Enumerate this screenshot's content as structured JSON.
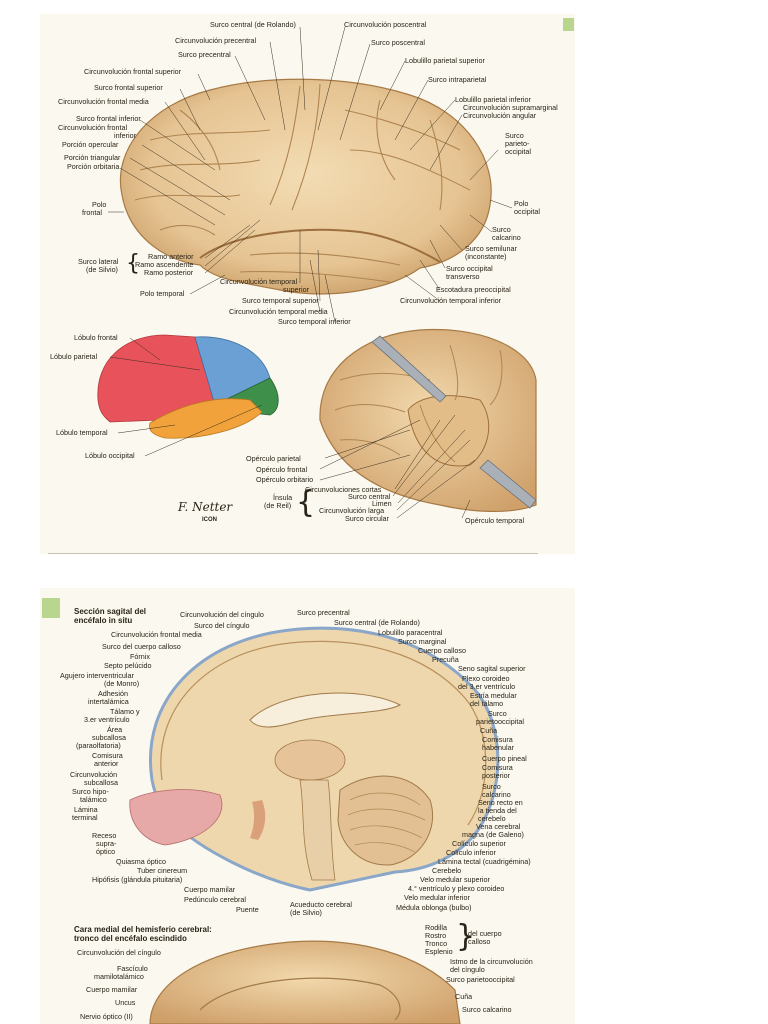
{
  "lateral": {
    "labels": [
      "Surco central (de Rolando)",
      "Circunvolución poscentral",
      "Circunvolución precentral",
      "Surco poscentral",
      "Surco precentral",
      "Lobulillo parietal superior",
      "Circunvolución frontal superior",
      "Surco intraparietal",
      "Surco frontal superior",
      "Lobulillo parietal inferior",
      "Circunvolución supramarginal",
      "Circunvolución angular",
      "Circunvolución frontal media",
      "Surco frontal inferior",
      "Circunvolución frontal",
      "inferior",
      "Porción opercular",
      "Porción triangular",
      "Porción orbitaria",
      "Surco",
      "parieto-",
      "occipital",
      "Polo",
      "frontal",
      "Polo",
      "occipital",
      "Surco",
      "calcarino",
      "Surco semilunar",
      "(inconstante)",
      "Ramo anterior",
      "Ramo ascendente",
      "Ramo posterior",
      "Surco lateral",
      "(de Silvio)",
      "Surco occipital",
      "transverso",
      "Polo temporal",
      "Circunvolución temporal",
      "superior",
      "Escotadura preoccipital",
      "Surco temporal superior",
      "Circunvolución temporal inferior",
      "Circunvolución temporal media",
      "Surco temporal inferior"
    ]
  },
  "lobes": {
    "labels": [
      "Lóbulo frontal",
      "Lóbulo parietal",
      "Lóbulo temporal",
      "Lóbulo occipital"
    ],
    "colors": {
      "frontal": "#e8525a",
      "parietal": "#6aa0d4",
      "temporal": "#f1a23a",
      "occipital": "#3e8f4a"
    }
  },
  "insula": {
    "labels": [
      "Opérculo parietal",
      "Opérculo frontal",
      "Opérculo orbitario",
      "Circunvoluciones cortas",
      "Surco central",
      "Limen",
      "Circunvolución larga",
      "Surco circular",
      "Ínsula",
      "(de Reil)",
      "Opérculo temporal"
    ]
  },
  "sagittal": {
    "title_1": "Sección sagital del",
    "title_2": "encéfalo in situ",
    "labels": [
      "Circunvolución del cíngulo",
      "Surco precentral",
      "Surco del cíngulo",
      "Surco central (de Rolando)",
      "Circunvolución frontal media",
      "Lobulillo paracentral",
      "Surco del cuerpo calloso",
      "Surco marginal",
      "Fórnix",
      "Cuerpo calloso",
      "Septo pelúcido",
      "Precuña",
      "Agujero interventricular",
      "(de Monro)",
      "Seno sagital superior",
      "Adhesión",
      "intertalámica",
      "Plexo coroideo",
      "del 3.er ventrículo",
      "Estría medular",
      "del tálamo",
      "Tálamo y",
      "3.er ventrículo",
      "Surco",
      "parietooccipital",
      "Área",
      "subcallosa",
      "(paraolfatoria)",
      "Cuña",
      "Comisura",
      "habenular",
      "Comisura",
      "anterior",
      "Cuerpo pineal",
      "Circunvolución",
      "subcallosa",
      "Comisura",
      "posterior",
      "Surco hipo-",
      "talámico",
      "Surco",
      "calcarino",
      "Lámina",
      "terminal",
      "Seno recto en",
      "la tienda del",
      "cerebelo",
      "Receso",
      "supra-",
      "óptico",
      "Vena cerebral",
      "magna (de Galeno)",
      "Colículo superior",
      "Colículo inferior",
      "Quiasma óptico",
      "Lámina tectal (cuadrigémina)",
      "Tuber cinereum",
      "Cerebelo",
      "Hipófisis (glándula pituitaria)",
      "Velo medular superior",
      "Cuerpo mamilar",
      "4.° ventrículo y plexo coroideo",
      "Pedúnculo cerebral",
      "Velo medular inferior",
      "Puente",
      "Acueducto cerebral",
      "(de Silvio)",
      "Médula oblonga (bulbo)"
    ]
  },
  "medial": {
    "title_1": "Cara medial del hemisferio cerebral:",
    "title_2": "tronco del encéfalo escindido",
    "labels": [
      "Rodilla",
      "Rostro",
      "Tronco",
      "Esplenio",
      "del cuerpo",
      "calloso",
      "Circunvolución del cíngulo",
      "Istmo de la circunvolución",
      "del cíngulo",
      "Fascículo",
      "mamilotalámico",
      "Surco parietooccipital",
      "Cuerpo mamilar",
      "Cuña",
      "Uncus",
      "Surco calcarino",
      "Nervio óptico (II)"
    ]
  },
  "signature": "F. Netter",
  "logo": "ICON"
}
